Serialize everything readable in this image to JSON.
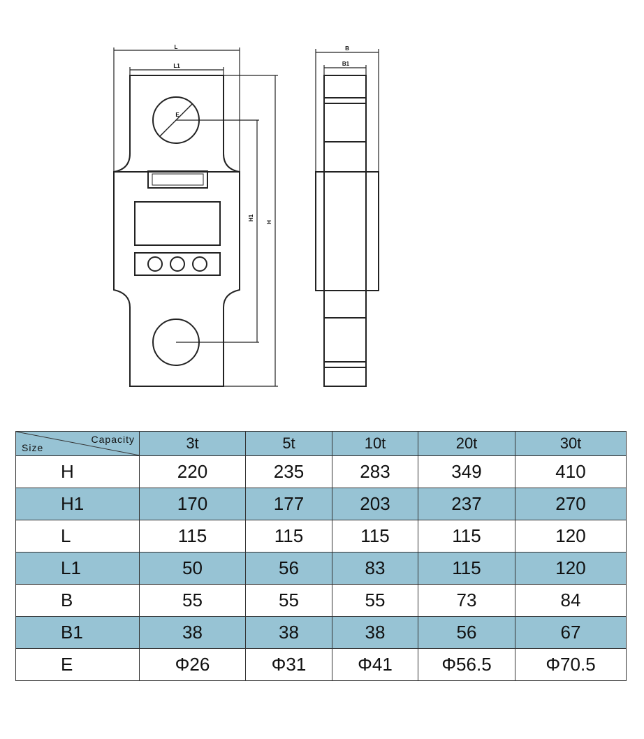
{
  "drawing": {
    "front_labels": {
      "L": "L",
      "L1": "L1",
      "E": "E",
      "H1": "H1",
      "H": "H"
    },
    "side_labels": {
      "B": "B",
      "B1": "B1"
    }
  },
  "table": {
    "corner_row": "Size",
    "corner_col": "Capacity",
    "capacities": [
      "3t",
      "5t",
      "10t",
      "20t",
      "30t"
    ],
    "rows": [
      {
        "label": "H",
        "values": [
          "220",
          "235",
          "283",
          "349",
          "410"
        ]
      },
      {
        "label": "H1",
        "values": [
          "170",
          "177",
          "203",
          "237",
          "270"
        ]
      },
      {
        "label": "L",
        "values": [
          "115",
          "115",
          "115",
          "115",
          "120"
        ]
      },
      {
        "label": "L1",
        "values": [
          "50",
          "56",
          "83",
          "115",
          "120"
        ]
      },
      {
        "label": "B",
        "values": [
          "55",
          "55",
          "55",
          "73",
          "84"
        ]
      },
      {
        "label": "B1",
        "values": [
          "38",
          "38",
          "38",
          "56",
          "67"
        ]
      },
      {
        "label": "E",
        "values": [
          "Φ26",
          "Φ31",
          "Φ41",
          "Φ56.5",
          "Φ70.5"
        ]
      }
    ],
    "colors": {
      "band": "#97c3d4",
      "border": "#333333"
    }
  }
}
